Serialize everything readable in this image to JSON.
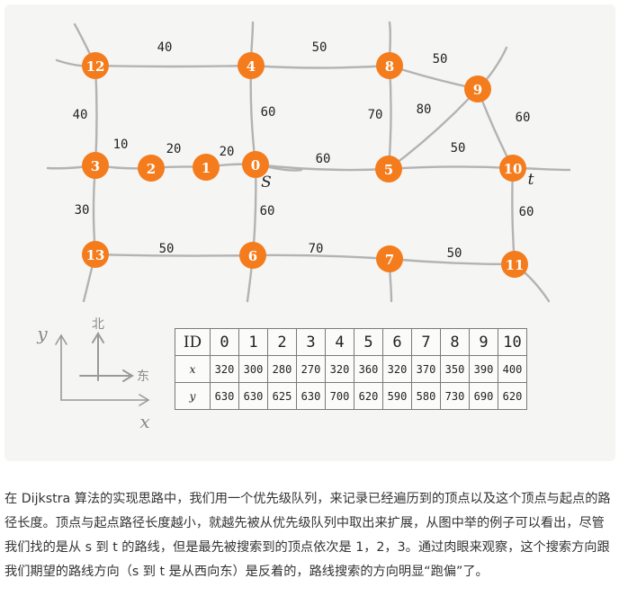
{
  "graph": {
    "nodes": [
      {
        "id": "0",
        "label": "0"
      },
      {
        "id": "1",
        "label": "1"
      },
      {
        "id": "2",
        "label": "2"
      },
      {
        "id": "3",
        "label": "3"
      },
      {
        "id": "4",
        "label": "4"
      },
      {
        "id": "5",
        "label": "5"
      },
      {
        "id": "6",
        "label": "6"
      },
      {
        "id": "7",
        "label": "7"
      },
      {
        "id": "8",
        "label": "8"
      },
      {
        "id": "9",
        "label": "9"
      },
      {
        "id": "10",
        "label": "10"
      },
      {
        "id": "11",
        "label": "11"
      },
      {
        "id": "12",
        "label": "12"
      },
      {
        "id": "13",
        "label": "13"
      }
    ],
    "edges": [
      {
        "from": "12",
        "to": "4",
        "weight": "40"
      },
      {
        "from": "4",
        "to": "8",
        "weight": "50"
      },
      {
        "from": "8",
        "to": "9",
        "weight": "50"
      },
      {
        "from": "12",
        "to": "3",
        "weight": "40"
      },
      {
        "from": "4",
        "to": "0",
        "weight": "60"
      },
      {
        "from": "8",
        "to": "5",
        "weight": "70"
      },
      {
        "from": "5",
        "to": "9",
        "weight": "80"
      },
      {
        "from": "9",
        "to": "10",
        "weight": "60"
      },
      {
        "from": "3",
        "to": "2",
        "weight": "10"
      },
      {
        "from": "2",
        "to": "1",
        "weight": "20"
      },
      {
        "from": "1",
        "to": "0",
        "weight": "20"
      },
      {
        "from": "0",
        "to": "5",
        "weight": "60"
      },
      {
        "from": "5",
        "to": "10",
        "weight": "50"
      },
      {
        "from": "3",
        "to": "13",
        "weight": "30"
      },
      {
        "from": "0",
        "to": "6",
        "weight": "60"
      },
      {
        "from": "10",
        "to": "11",
        "weight": "60"
      },
      {
        "from": "13",
        "to": "6",
        "weight": "50"
      },
      {
        "from": "6",
        "to": "7",
        "weight": "70"
      },
      {
        "from": "7",
        "to": "11",
        "weight": "50"
      }
    ],
    "source_label": "S",
    "target_label": "t",
    "node_color": "#f47c1d",
    "edge_color": "#b3b3b3"
  },
  "axes": {
    "y_label": "y",
    "x_label": "x",
    "north_label": "北",
    "east_label": "东"
  },
  "table": {
    "header": [
      "ID",
      "0",
      "1",
      "2",
      "3",
      "4",
      "5",
      "6",
      "7",
      "8",
      "9",
      "10"
    ],
    "x_row": [
      "x",
      "320",
      "300",
      "280",
      "270",
      "320",
      "360",
      "320",
      "370",
      "350",
      "390",
      "400"
    ],
    "y_row": [
      "y",
      "630",
      "630",
      "625",
      "630",
      "700",
      "620",
      "590",
      "580",
      "730",
      "690",
      "620"
    ]
  },
  "caption": "在 Dijkstra 算法的实现思路中，我们用一个优先级队列，来记录已经遍历到的顶点以及这个顶点与起点的路径长度。顶点与起点路径长度越小，就越先被从优先级队列中取出来扩展，从图中举的例子可以看出，尽管我们找的是从 s 到 t 的路线，但是最先被搜索到的顶点依次是 1，2，3。通过肉眼来观察，这个搜索方向跟我们期望的路线方向（s 到 t 是从西向东）是反着的，路线搜索的方向明显“跑偏”了。"
}
